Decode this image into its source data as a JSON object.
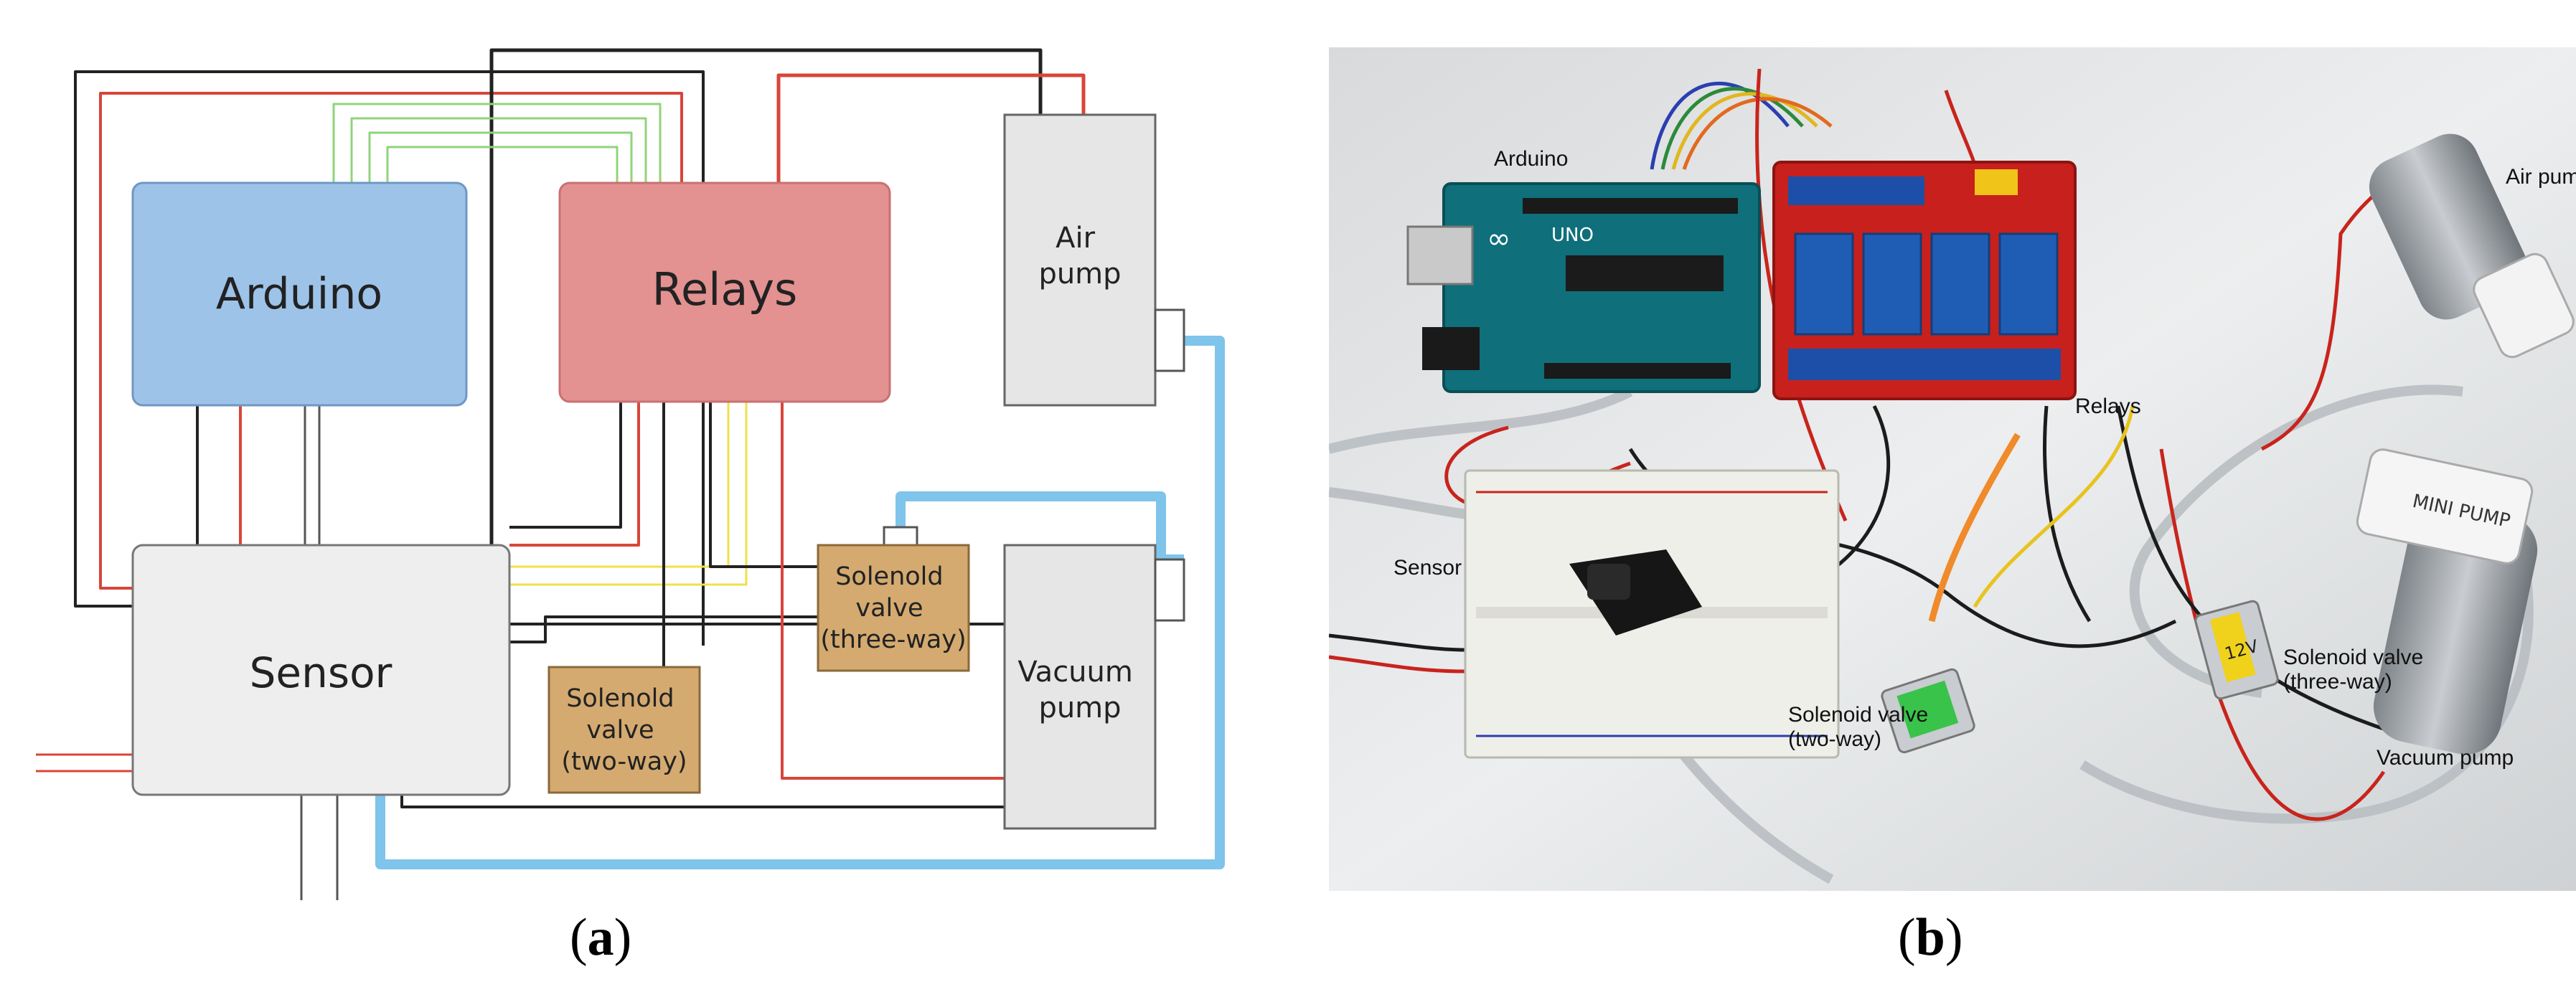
{
  "diagram": {
    "blocks": {
      "arduino": "Arduino",
      "relays": "Relays",
      "air_pump": [
        "Air",
        "pump"
      ],
      "sensor": "Sensor",
      "valve_three": [
        "Solenold",
        "valve",
        "(three-way)"
      ],
      "valve_two": [
        "Solenold",
        "valve",
        "(two-way)"
      ],
      "vacuum_pump": [
        "Vacuum",
        "pump"
      ]
    },
    "colors": {
      "arduino": "#9ec3e8",
      "relays": "#e39191",
      "pump": "#e6e6e6",
      "sensor": "#eeeeee",
      "valve": "#d4aa70",
      "tube": "#7fc4ea",
      "wire_red": "#d9453a",
      "wire_black": "#222222",
      "wire_green": "#8fd47a",
      "wire_yellow": "#f2e04a"
    }
  },
  "photo": {
    "labels": {
      "arduino": "Arduino",
      "relays": "Relays",
      "air_pump": "Air pump",
      "sensor": "Sensor",
      "valve_three": [
        "Solenoid valve",
        "(three-way)"
      ],
      "valve_two": [
        "Solenoid valve",
        "(two-way)"
      ],
      "vacuum_pump": "Vacuum pump"
    },
    "component_text": {
      "arduino_brand": "UNO",
      "valve_marking": "12V",
      "vacuum_pump_marking": "MINI PUMP"
    }
  },
  "captions": {
    "a": "a",
    "b": "b"
  }
}
